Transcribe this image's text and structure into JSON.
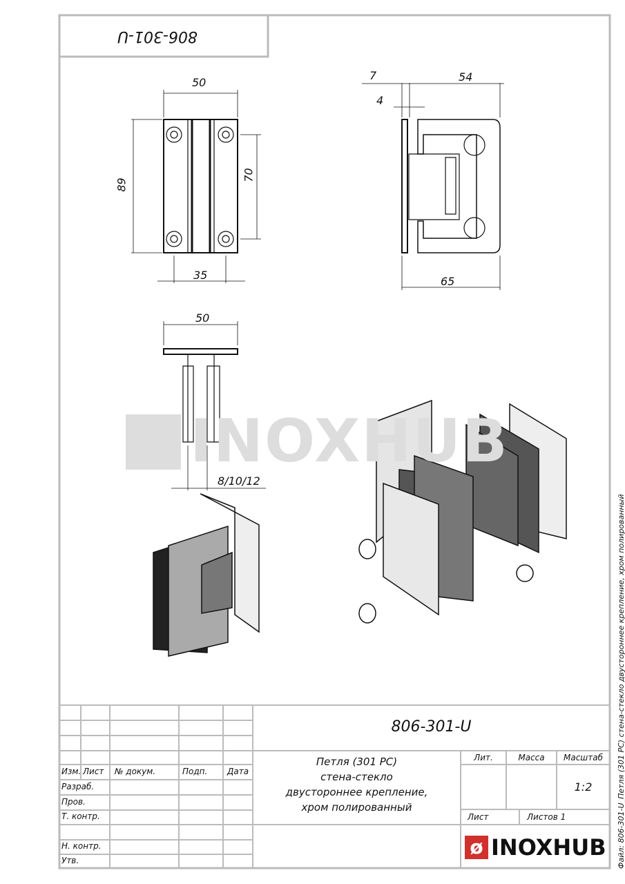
{
  "corner_code": "806-301-U",
  "dimensions": {
    "top_width": "50",
    "height": "89",
    "hole_spacing": "70",
    "hole_width": "35",
    "side_gap": "7",
    "side_plate": "4",
    "side_depth": "54",
    "side_total": "65",
    "bottom_width": "50",
    "glass_thickness": "8/10/12"
  },
  "watermark": "INOXHUB",
  "title_block": {
    "designation": "806-301-U",
    "name_lines": [
      "Петля (301 PC)",
      "стена-стекло",
      "двустороннее крепление,",
      "хром полированный"
    ],
    "headers": {
      "izm": "Изм.",
      "list": "Лист",
      "doc": "№ докум.",
      "sign": "Подп.",
      "date": "Дата"
    },
    "roles": [
      "Разраб.",
      "Пров.",
      "Т. контр.",
      "Н. контр.",
      "Утв."
    ],
    "lit": "Лит.",
    "mass": "Масса",
    "scale_label": "Масштаб",
    "scale": "1:2",
    "sheet": "Лист",
    "sheets": "Листов 1",
    "logo": "INOXHUB",
    "logo_color": "#d0312d"
  },
  "side_caption": "Файл: 806-301-U_Петля (301 PC) стена-стекло двустороннее крепление, хром полированный"
}
